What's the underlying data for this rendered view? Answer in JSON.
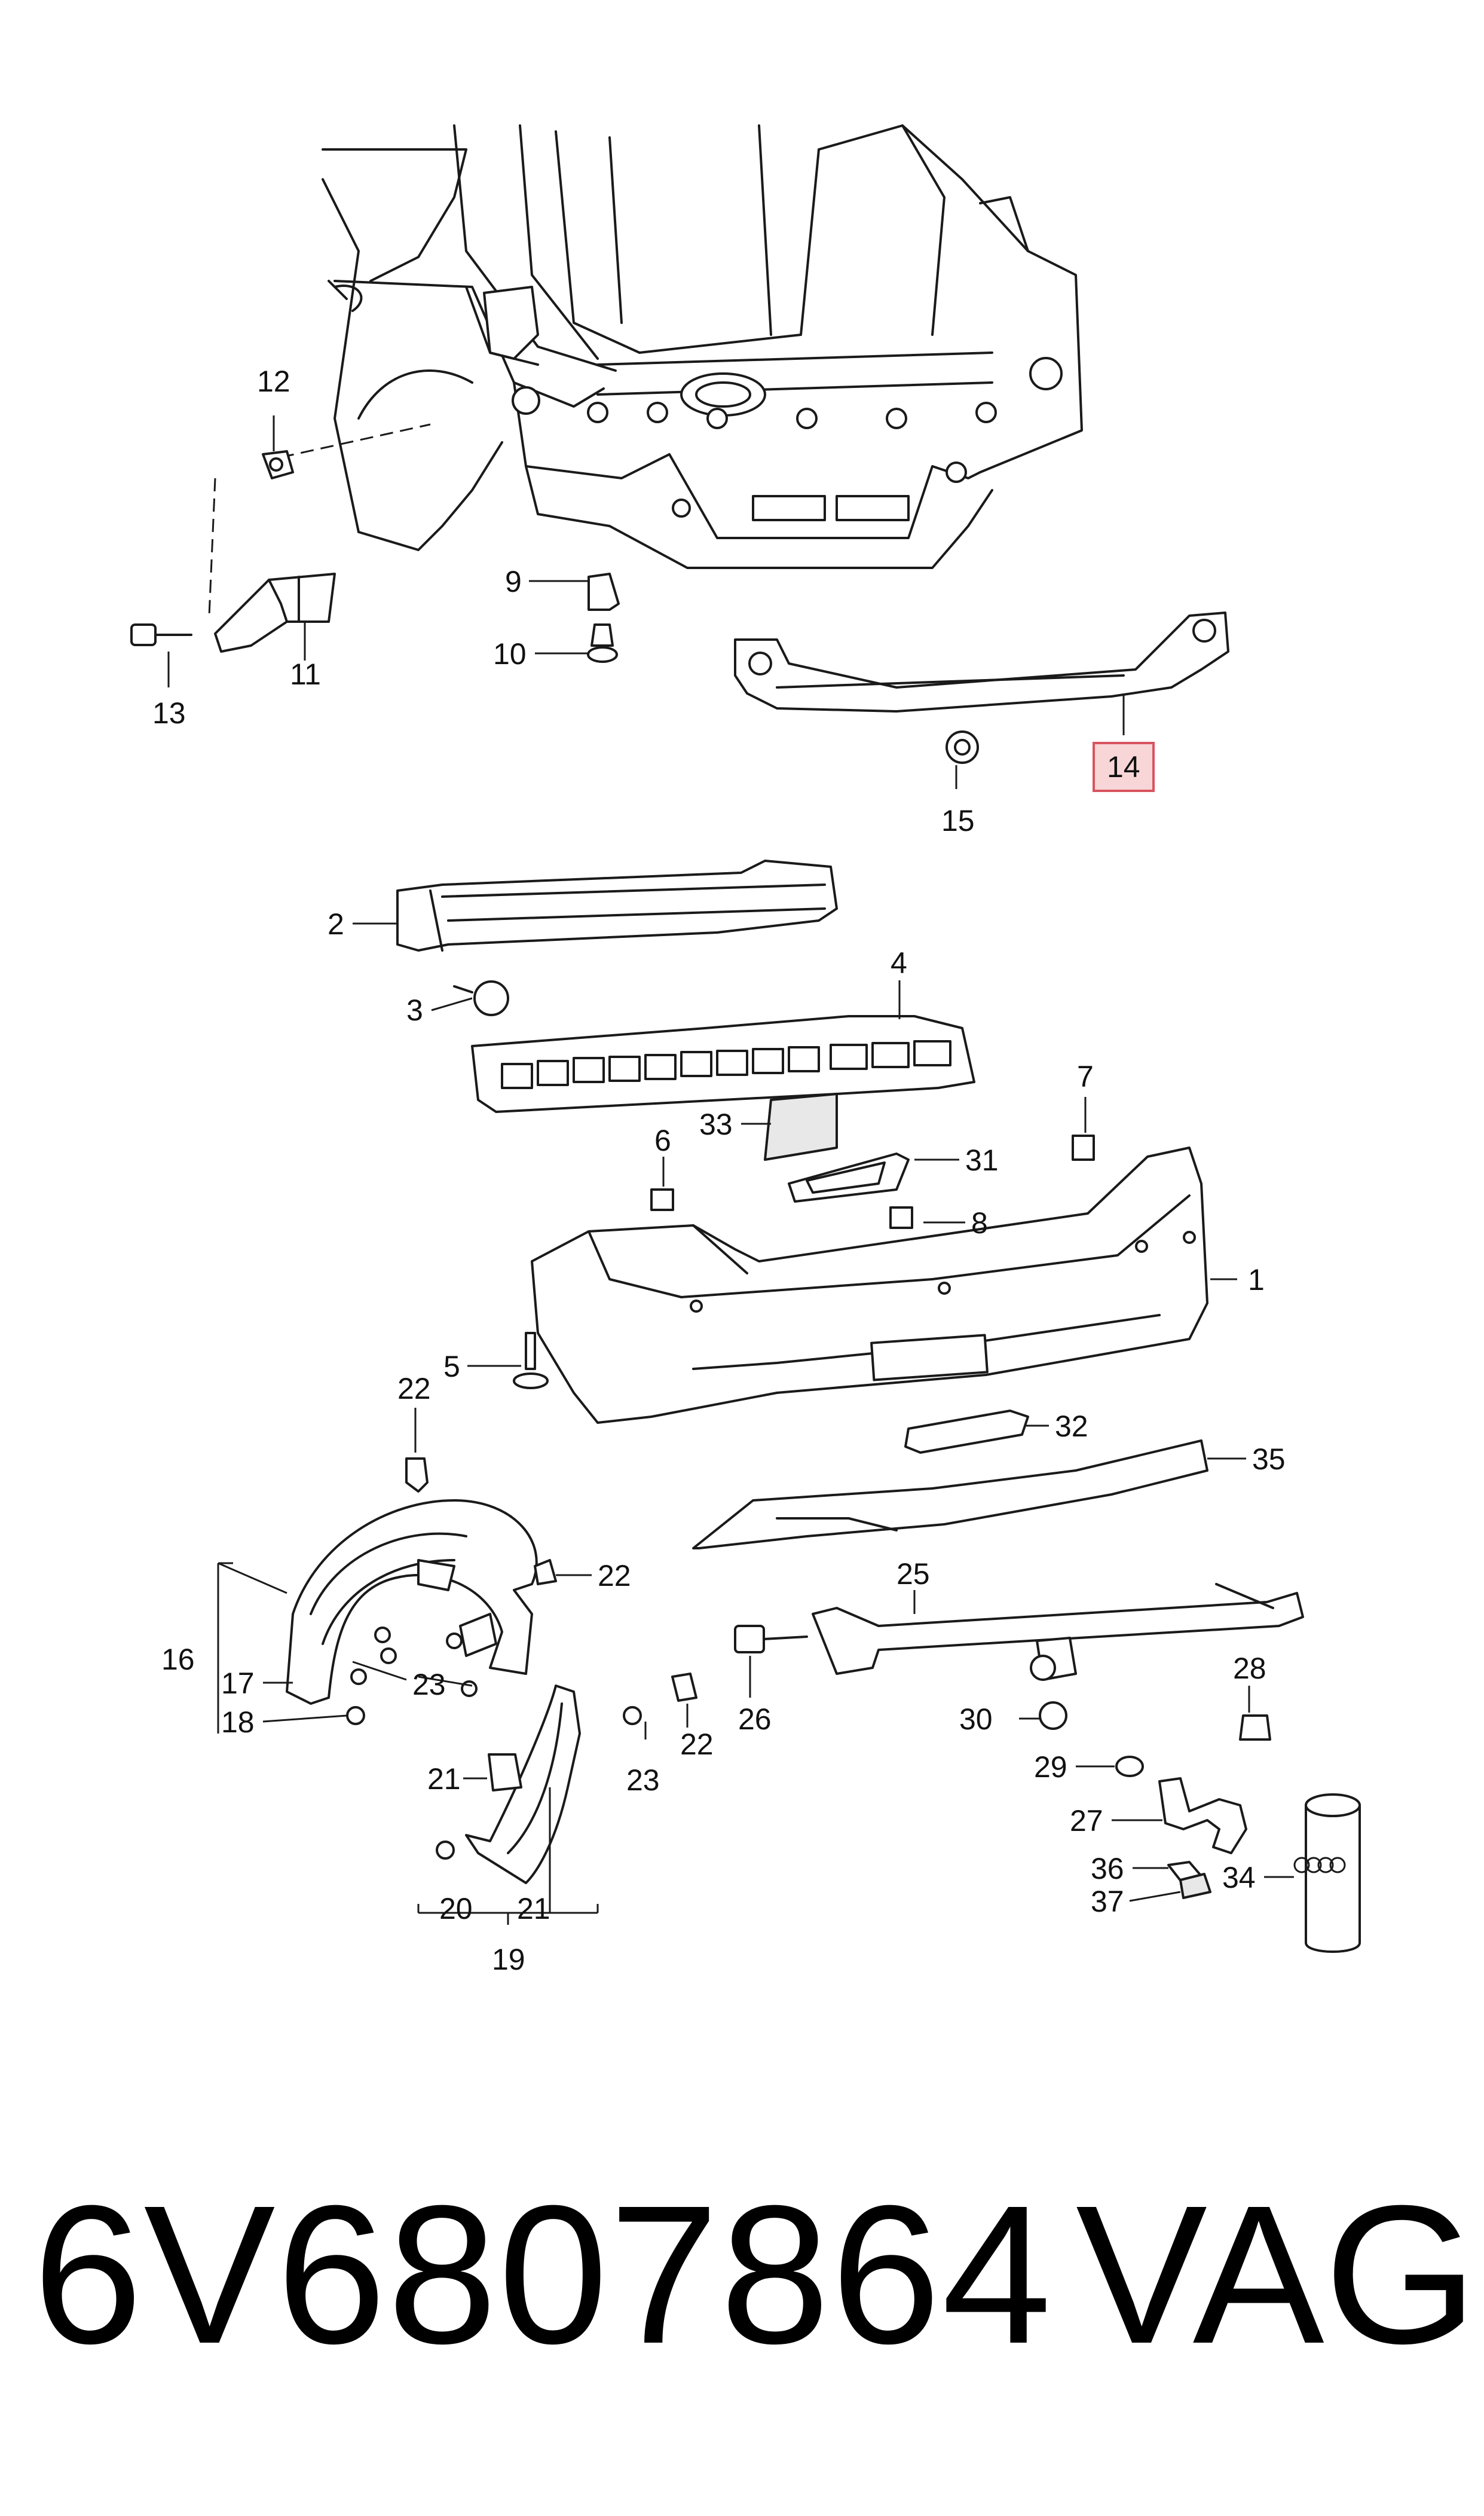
{
  "callouts": {
    "c1": "1",
    "c2": "2",
    "c3": "3",
    "c4": "4",
    "c5": "5",
    "c6": "6",
    "c7": "7",
    "c8": "8",
    "c9": "9",
    "c10": "10",
    "c11": "11",
    "c12": "12",
    "c13": "13",
    "c14": "14",
    "c15": "15",
    "c16": "16",
    "c17": "17",
    "c18": "18",
    "c19": "19",
    "c20": "20",
    "c21a": "21",
    "c21b": "21",
    "c22a": "22",
    "c22b": "22",
    "c22c": "22",
    "c23a": "23",
    "c23b": "23",
    "c25": "25",
    "c26": "26",
    "c27": "27",
    "c28": "28",
    "c29": "29",
    "c30": "30",
    "c31": "31",
    "c32": "32",
    "c33": "33",
    "c34": "34",
    "c35": "35",
    "c36": "36",
    "c37": "37"
  },
  "highlighted_callout": "14",
  "highlight_color": "#f8d6d8",
  "footer": {
    "part_number": "6V6807864",
    "brand": "VAG"
  }
}
